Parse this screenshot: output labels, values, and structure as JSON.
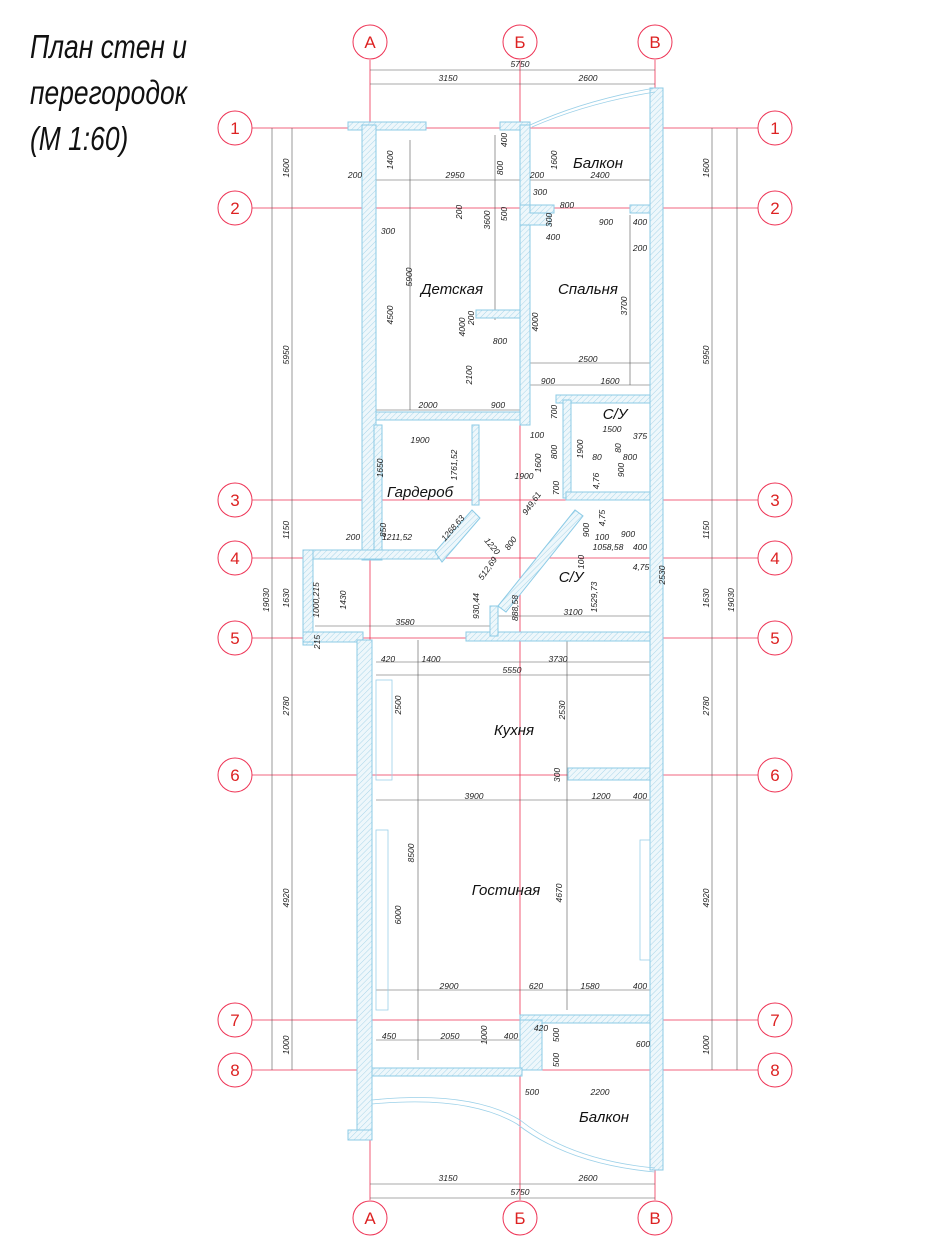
{
  "title": {
    "line1": "План стен и",
    "line2": "перегородок",
    "line3": "(М 1:60)"
  },
  "axes": {
    "columns": [
      "А",
      "Б",
      "В"
    ],
    "rows": [
      "1",
      "2",
      "3",
      "4",
      "5",
      "6",
      "7",
      "8"
    ]
  },
  "colors": {
    "axis": "#dd2233",
    "wall": "#8ccbe6",
    "dim_line": "#555555"
  },
  "rooms": [
    "Балкон",
    "Детская",
    "Спальня",
    "С/У",
    "Гардероб",
    "С/У",
    "Кухня",
    "Гостиная",
    "Балкон"
  ],
  "outer_dims": {
    "top": [
      "5750",
      "3150",
      "2600"
    ],
    "bottom": [
      "3150",
      "2600",
      "5750"
    ],
    "left_chain": [
      "1600",
      "5950",
      "1150",
      "1630",
      "2780",
      "4920",
      "1000"
    ],
    "left_total": "19030",
    "right_chain": [
      "1600",
      "5950",
      "1150",
      "1630",
      "2780",
      "4920",
      "1000"
    ],
    "right_total": "19030"
  },
  "dims": [
    "200",
    "2950",
    "1400",
    "400",
    "800",
    "200",
    "1600",
    "2400",
    "300",
    "200",
    "3600",
    "500",
    "800",
    "300",
    "900",
    "400",
    "400",
    "200",
    "300",
    "5900",
    "4500",
    "4000",
    "200",
    "800",
    "4000",
    "3700",
    "2500",
    "2100",
    "900",
    "1600",
    "2000",
    "900",
    "700",
    "1500",
    "375",
    "100",
    "1900",
    "1650",
    "1761,52",
    "1900",
    "1600",
    "800",
    "1900",
    "80",
    "80",
    "800",
    "4,76",
    "900",
    "700",
    "949,61",
    "4,75",
    "200",
    "850",
    "1211,52",
    "1268,63",
    "1220",
    "800",
    "512,69",
    "900",
    "100",
    "900",
    "1058,58",
    "400",
    "100",
    "4,75",
    "2530",
    "1529,73",
    "1000,215",
    "1430",
    "3580",
    "930,44",
    "888,58",
    "3100",
    "215",
    "420",
    "1400",
    "3730",
    "5550",
    "2500",
    "2530",
    "300",
    "3900",
    "1200",
    "400",
    "8500",
    "6000",
    "4670",
    "2900",
    "620",
    "1580",
    "400",
    "450",
    "2050",
    "1000",
    "400",
    "420",
    "500",
    "500",
    "600",
    "500",
    "2200"
  ]
}
